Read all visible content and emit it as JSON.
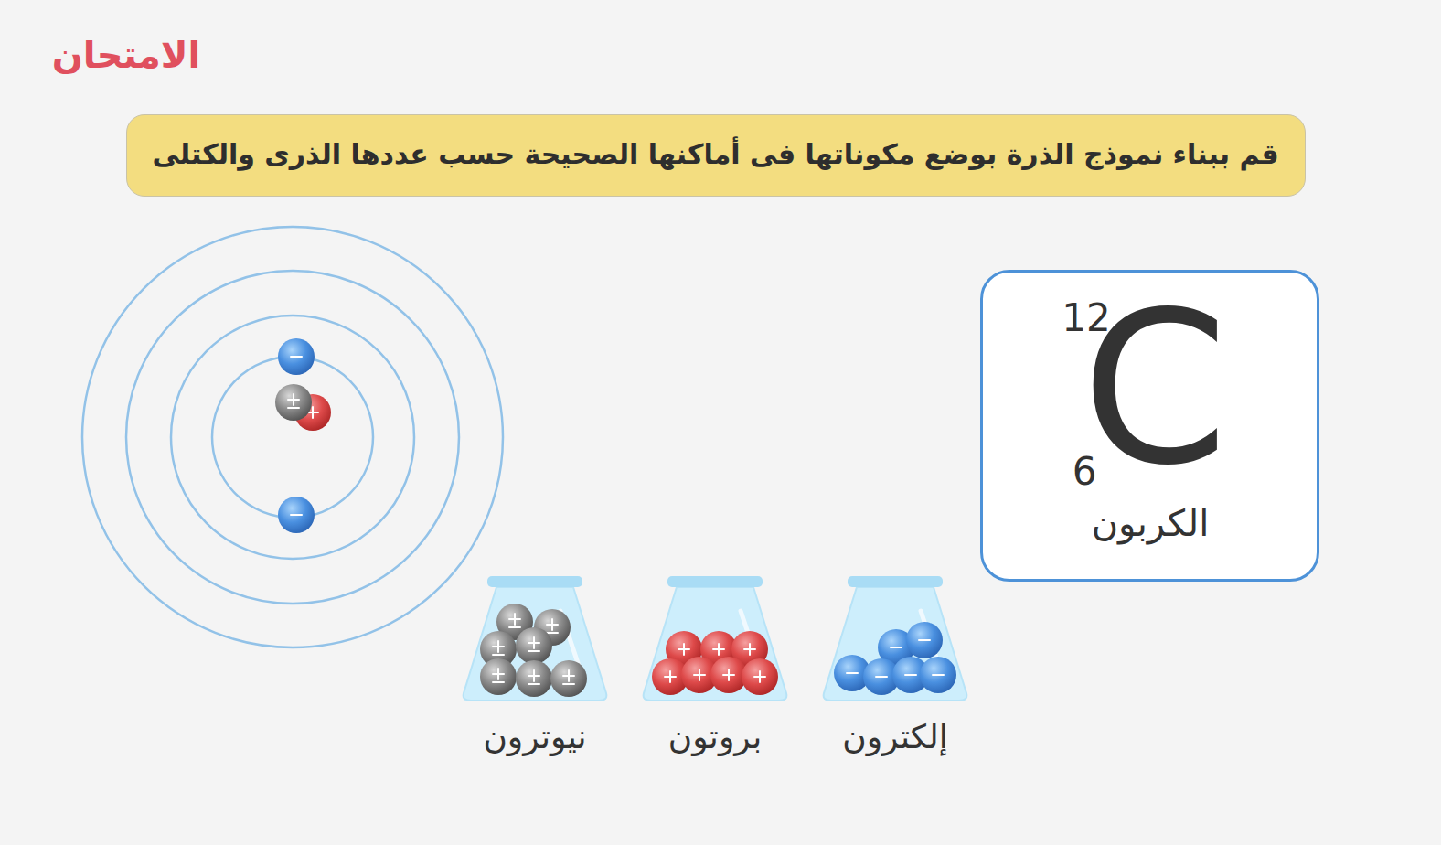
{
  "diagram": {
    "title": "قم ببناء نموذج الذرة بوضع مكوناتها فى أماكنها الصحيحة حسب عددها الذرى والكتلى",
    "nodes": [
      {
        "text": [
          "12",
          "C",
          "6",
          "الكربون"
        ]
      }
    ],
    "labels": [
      "الامتحان",
      "نيوترون",
      "بروتون",
      "إلكترون"
    ]
  }
}
